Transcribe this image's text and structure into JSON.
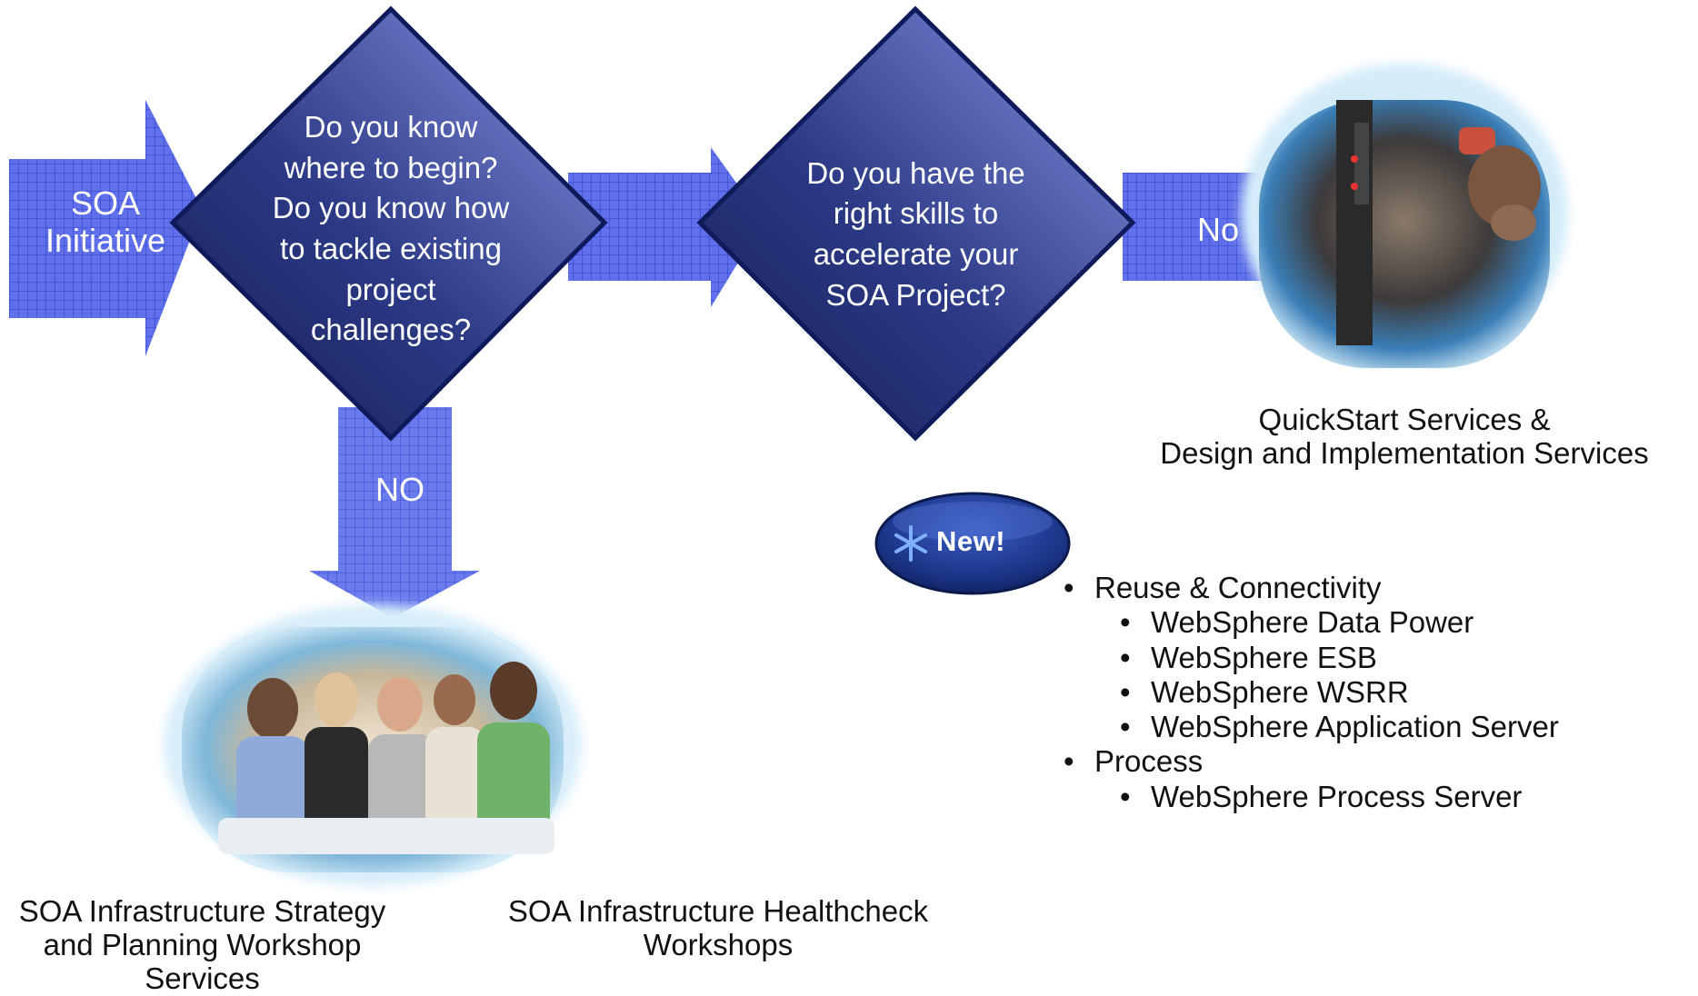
{
  "diagram": {
    "start_arrow_label": "SOA\nInitiative",
    "decision_1": "Do you know\nwhere to begin?\nDo you know how\nto tackle existing\nproject\nchallenges?",
    "decision_2": "Do you have the\nright skills to\naccelerate your\nSOA Project?",
    "no_right_label": "No",
    "no_down_label": "NO",
    "quickstart_caption": "QuickStart Services &\nDesign and Implementation Services",
    "new_badge": "New!",
    "strategy_caption": "SOA Infrastructure Strategy\nand Planning Workshop\nServices",
    "healthcheck_caption": "SOA Infrastructure Healthcheck\nWorkshops",
    "offerings": [
      {
        "level": 1,
        "text": "Reuse & Connectivity"
      },
      {
        "level": 2,
        "text": "WebSphere Data Power"
      },
      {
        "level": 2,
        "text": "WebSphere ESB"
      },
      {
        "level": 2,
        "text": "WebSphere WSRR"
      },
      {
        "level": 2,
        "text": "WebSphere Application Server"
      },
      {
        "level": 1,
        "text": "Process"
      },
      {
        "level": 2,
        "text": "WebSphere Process Server"
      }
    ]
  },
  "colors": {
    "arrow_fill": "#5b6ee8",
    "arrow_grid": "#3f52d6",
    "diamond_dark": "#1f2b6e",
    "diamond_light": "#6f7cd8",
    "badge_blue": "#1f3a8f"
  },
  "icons": [
    "people-meeting-photo",
    "treadmill-runner-photo",
    "asterisk-icon"
  ]
}
